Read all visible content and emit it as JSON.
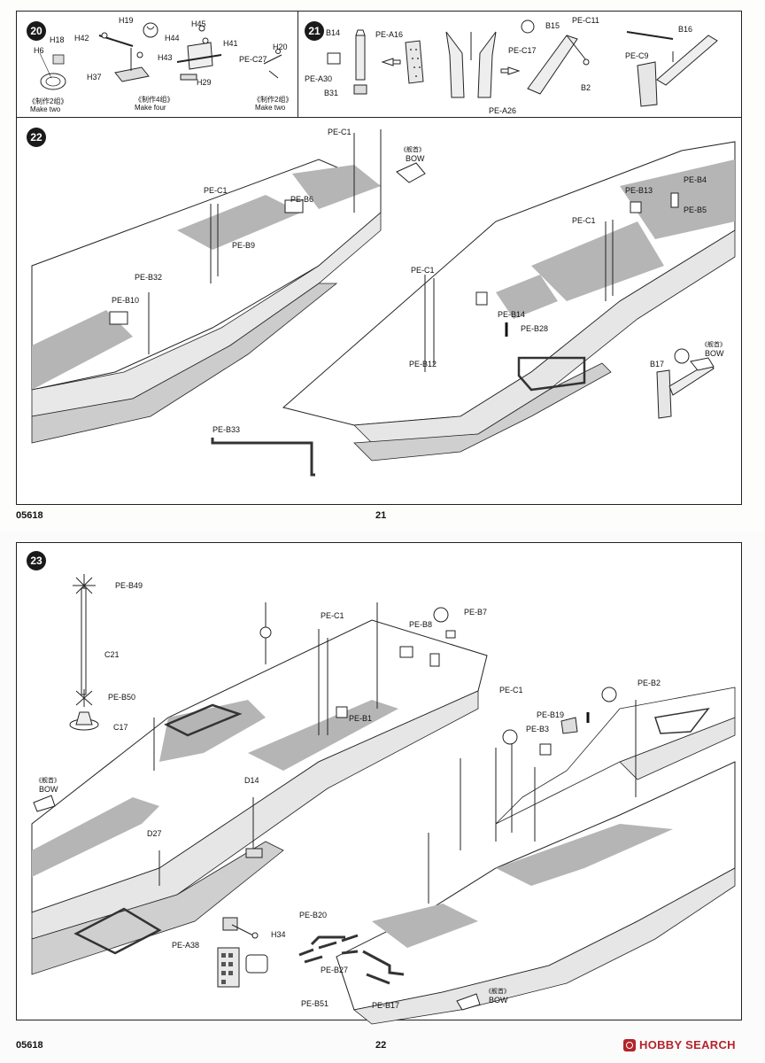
{
  "page_top": {
    "footer_code": "05618",
    "page_number": "21",
    "step20": {
      "number": "20",
      "labels": [
        "H18",
        "H6",
        "H42",
        "H19",
        "H44",
        "H45",
        "H41",
        "H43",
        "H37",
        "H29",
        "H20",
        "PE-C27"
      ],
      "notes": [
        {
          "cn": "《制作2组》",
          "en": "Make two"
        },
        {
          "cn": "《制作4组》",
          "en": "Make four"
        },
        {
          "cn": "《制作2组》",
          "en": "Make two"
        }
      ]
    },
    "step21": {
      "number": "21",
      "labels": [
        "B14",
        "PE-A16",
        "PE-A30",
        "B31",
        "PE-A26",
        "B15",
        "PE-C11",
        "PE-C17",
        "B2",
        "B16",
        "PE-C9"
      ]
    },
    "step22": {
      "number": "22",
      "labels": [
        "PE-C1",
        "PE-C1",
        "PE-B6",
        "PE-B9",
        "PE-B32",
        "PE-B10",
        "PE-B33",
        "PE-C1",
        "PE-B12",
        "PE-B14",
        "PE-B28",
        "PE-C1",
        "PE-B13",
        "PE-B4",
        "PE-B5",
        "B17"
      ],
      "bow_cn": "《舰首》",
      "bow_en": "BOW"
    }
  },
  "page_bottom": {
    "footer_code": "05618",
    "page_number": "22",
    "step23": {
      "number": "23",
      "labels": [
        "PE-B49",
        "C21",
        "PE-B50",
        "C17",
        "PE-C1",
        "PE-B8",
        "PE-B7",
        "PE-B1",
        "D14",
        "D27",
        "PE-A38",
        "H34",
        "PE-C1",
        "PE-B19",
        "PE-B3",
        "PE-B2",
        "PE-B20",
        "PE-B27",
        "PE-B51",
        "PE-B17"
      ],
      "bow_cn": "《舰首》",
      "bow_en": "BOW"
    }
  },
  "watermark": {
    "text": "HOBBY SEARCH"
  },
  "colors": {
    "deck_gray": "#b5b5b5",
    "line": "#222222",
    "brand_red": "#b3242b"
  }
}
